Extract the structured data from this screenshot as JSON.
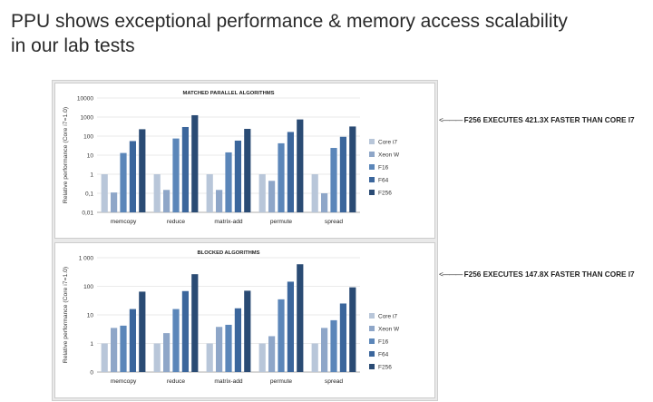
{
  "slide": {
    "title": "PPU shows exceptional performance & memory access scalability\nin our lab tests"
  },
  "callouts": [
    {
      "arrow": "<———",
      "text": "F256 EXECUTES 421.3X FASTER THAN CORE I7"
    },
    {
      "arrow": "<———",
      "text": "F256 EXECUTES 147.8X FASTER THAN CORE I7"
    }
  ],
  "colors": {
    "Core i7": "#b8c6d9",
    "Xeon W": "#8ea6c8",
    "F16": "#5b86b9",
    "F64": "#3b669c",
    "F256": "#2a4b74"
  },
  "chart_data": [
    {
      "type": "bar",
      "title": "MATCHED PARALLEL ALGORITHMS",
      "ylabel": "Relative performance (Core i7=1.0)",
      "xlabel": "",
      "scale": "log",
      "ylim": [
        0.01,
        10000
      ],
      "yticks": [
        "10000",
        "1000",
        "100",
        "10",
        "1",
        "0,1",
        "0,01"
      ],
      "ytick_values": [
        10000,
        1000,
        100,
        10,
        1,
        0.1,
        0.01
      ],
      "grid": true,
      "legend_position": "right",
      "categories": [
        "memcopy",
        "reduce",
        "matrix-add",
        "permute",
        "spread"
      ],
      "series": [
        {
          "name": "Core i7",
          "values": [
            1,
            1,
            1,
            1,
            1
          ]
        },
        {
          "name": "Xeon W",
          "values": [
            0.11,
            0.15,
            0.15,
            0.45,
            0.1
          ]
        },
        {
          "name": "F16",
          "values": [
            13,
            75,
            14,
            42,
            24
          ]
        },
        {
          "name": "F64",
          "values": [
            55,
            300,
            58,
            165,
            92
          ]
        },
        {
          "name": "F256",
          "values": [
            230,
            1250,
            240,
            750,
            320
          ]
        }
      ]
    },
    {
      "type": "bar",
      "title": "BLOCKED ALGORITHMS",
      "ylabel": "Relative performance (Core i7=1.0)",
      "xlabel": "",
      "scale": "log",
      "ylim": [
        0.1,
        1000
      ],
      "yticks": [
        "1 000",
        "100",
        "10",
        "1",
        "0"
      ],
      "ytick_values": [
        1000,
        100,
        10,
        1,
        0.1
      ],
      "grid": true,
      "legend_position": "right",
      "categories": [
        "memcopy",
        "reduce",
        "matrix-add",
        "permute",
        "spread"
      ],
      "series": [
        {
          "name": "Core i7",
          "values": [
            1,
            1,
            1,
            1,
            1
          ]
        },
        {
          "name": "Xeon W",
          "values": [
            3.5,
            2.3,
            3.8,
            1.8,
            3.5
          ]
        },
        {
          "name": "F16",
          "values": [
            4.2,
            16,
            4.5,
            35,
            6.5
          ]
        },
        {
          "name": "F64",
          "values": [
            16,
            68,
            17,
            145,
            25
          ]
        },
        {
          "name": "F256",
          "values": [
            65,
            265,
            70,
            590,
            92
          ]
        }
      ]
    }
  ]
}
